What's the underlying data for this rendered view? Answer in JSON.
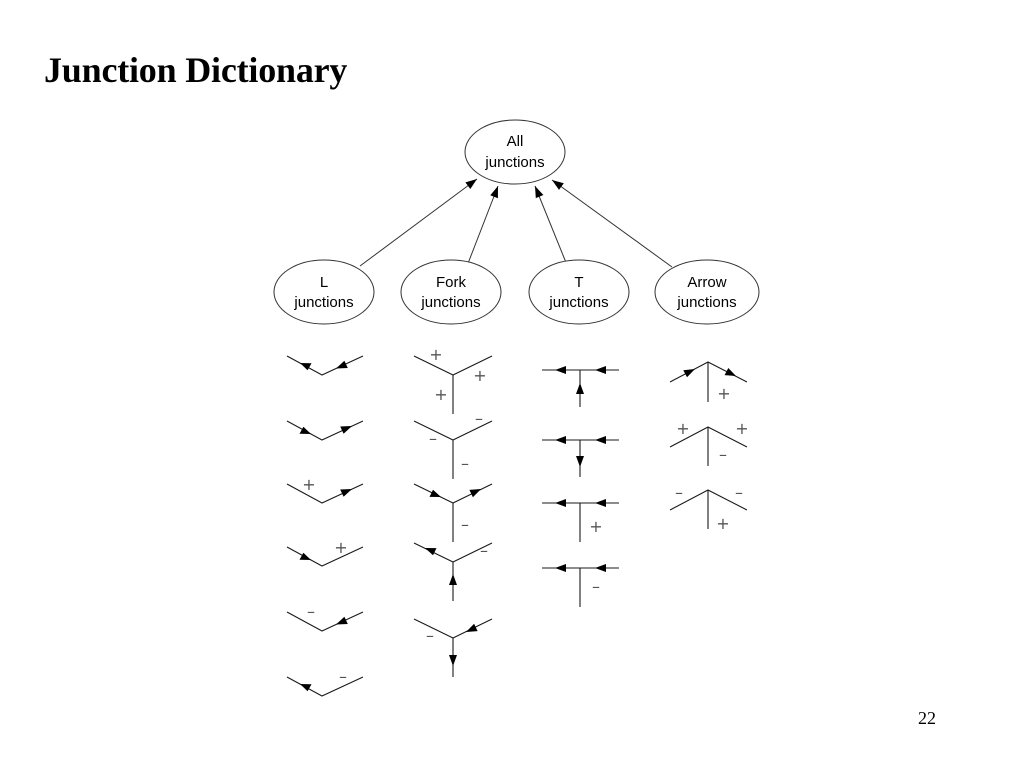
{
  "slide": {
    "title": "Junction Dictionary",
    "page_number": "22"
  },
  "nodes": {
    "root": {
      "line1": "All",
      "line2": "junctions"
    },
    "l": {
      "line1": "L",
      "line2": "junctions"
    },
    "fork": {
      "line1": "Fork",
      "line2": "junctions"
    },
    "t": {
      "line1": "T",
      "line2": "junctions"
    },
    "arrow": {
      "line1": "Arrow",
      "line2": "junctions"
    }
  },
  "marks": {
    "plus": "+",
    "minus": "–"
  },
  "colors": {
    "text": "#000000",
    "line": "#1a1a1a",
    "label_mark": "#555555",
    "background": "#ffffff"
  }
}
